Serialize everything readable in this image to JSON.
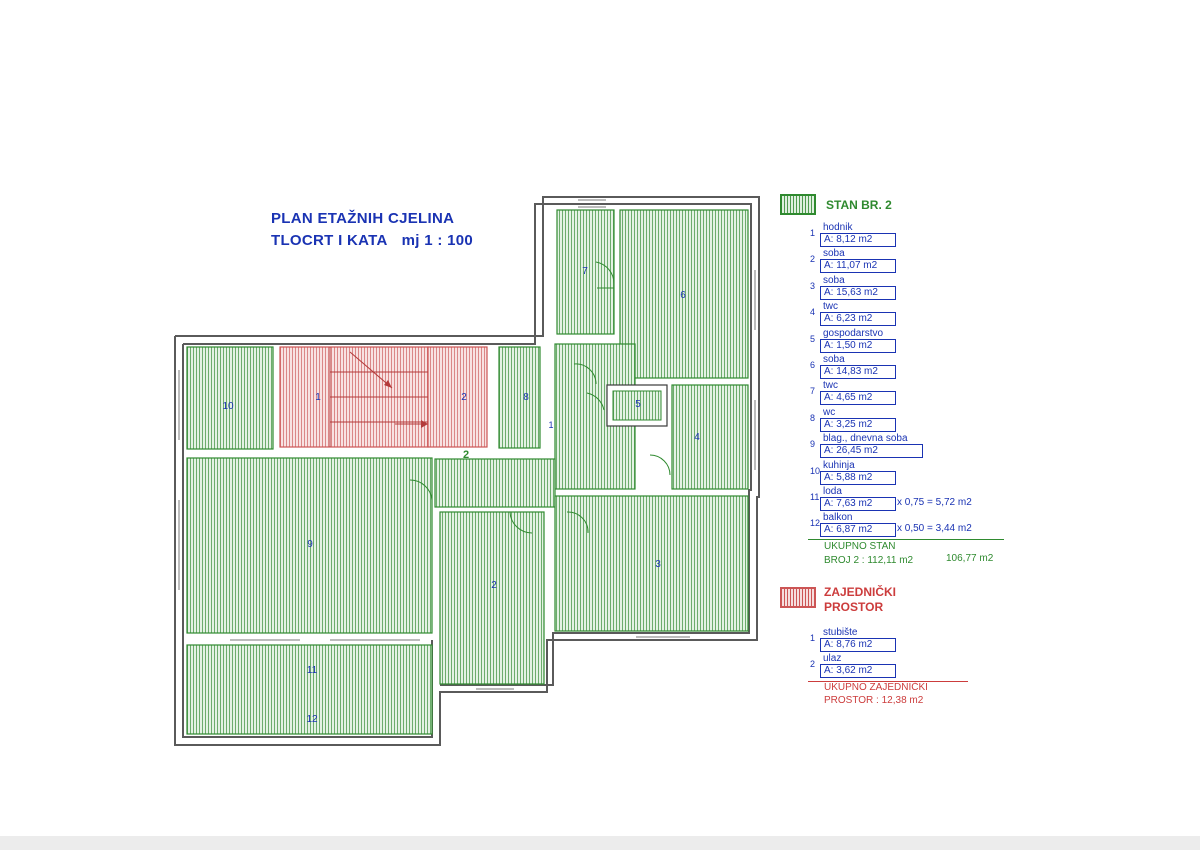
{
  "title": {
    "line1": "PLAN ETAŽNIH CJELINA",
    "line2a": "TLOCRT I KATA",
    "line2b": "mj 1 : 100"
  },
  "colors": {
    "green": "#2f8a2f",
    "green_fill": "#dff0df",
    "red": "#cc3c3c",
    "red_fill": "#f6dede",
    "blue": "#1a33b3",
    "wall": "#5a5a5a"
  },
  "plan_labels": {
    "r10": "10",
    "r9": "9",
    "r11": "11",
    "r12": "12",
    "r2": "2",
    "r3": "3",
    "r4": "4",
    "r5": "5",
    "r6": "6",
    "r7": "7",
    "r8": "8",
    "r1": "1",
    "z1": "1",
    "z2": "2",
    "z2b": "2"
  },
  "legend": {
    "stan_title": "STAN BR. 2",
    "items": [
      {
        "num": "1",
        "name": "hodnik",
        "area": "A: 8,12 m2",
        "calc": ""
      },
      {
        "num": "2",
        "name": "soba",
        "area": "A: 11,07 m2",
        "calc": ""
      },
      {
        "num": "3",
        "name": "soba",
        "area": "A: 15,63 m2",
        "calc": ""
      },
      {
        "num": "4",
        "name": "twc",
        "area": "A: 6,23 m2",
        "calc": ""
      },
      {
        "num": "5",
        "name": "gospodarstvo",
        "area": "A: 1,50 m2",
        "calc": ""
      },
      {
        "num": "6",
        "name": "soba",
        "area": "A: 14,83 m2",
        "calc": ""
      },
      {
        "num": "7",
        "name": "twc",
        "area": "A: 4,65 m2",
        "calc": ""
      },
      {
        "num": "8",
        "name": "wc",
        "area": "A: 3,25 m2",
        "calc": ""
      },
      {
        "num": "9",
        "name": "blag., dnevna soba",
        "area": "A: 26,45 m2",
        "calc": ""
      },
      {
        "num": "10",
        "name": "kuhinja",
        "area": "A: 5,88 m2",
        "calc": ""
      },
      {
        "num": "11",
        "name": "loda",
        "area": "A: 7,63 m2",
        "calc": "x 0,75 = 5,72 m2"
      },
      {
        "num": "12",
        "name": "balkon",
        "area": "A: 6,87 m2",
        "calc": "x 0,50 = 3,44 m2"
      }
    ],
    "ukupno_stan_1": "UKUPNO STAN",
    "ukupno_stan_2": "BROJ 2 : 112,11 m2",
    "ukupno_stan_value": "106,77 m2",
    "zaj_title_1": "ZAJEDNIČKI",
    "zaj_title_2": "PROSTOR",
    "zaj_items": [
      {
        "num": "1",
        "name": "stubište",
        "area": "A: 8,76 m2"
      },
      {
        "num": "2",
        "name": "ulaz",
        "area": "A: 3,62 m2"
      }
    ],
    "ukupno_zaj_1": "UKUPNO ZAJEDNIČKI",
    "ukupno_zaj_2": "PROSTOR : 12,38 m2"
  }
}
